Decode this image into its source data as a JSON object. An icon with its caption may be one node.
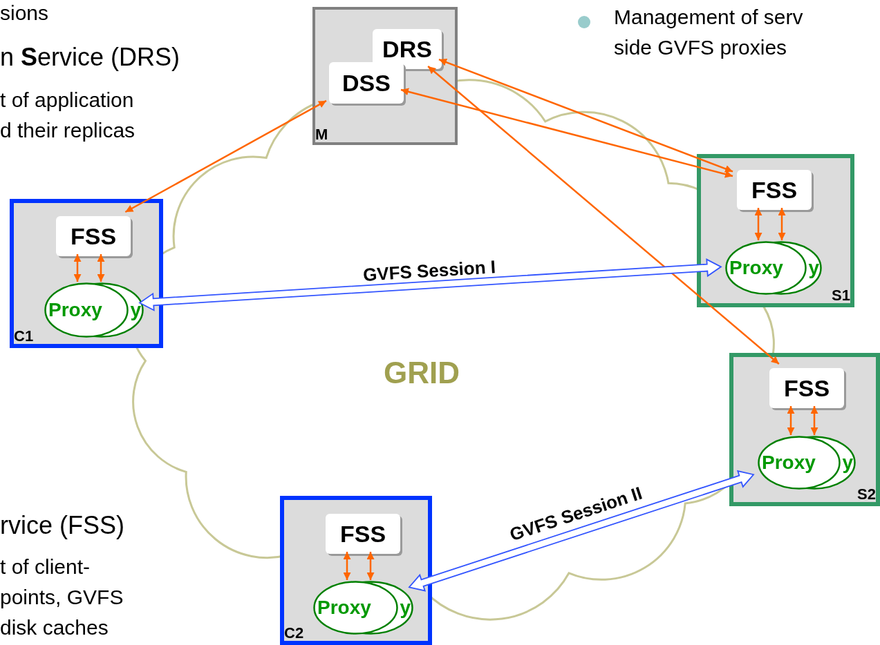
{
  "diagram": {
    "nodes": [
      {
        "text": [
          "M"
        ]
      },
      {
        "text": [
          "DRS"
        ],
        "in": 0
      },
      {
        "text": [
          "DSS"
        ],
        "in": 0
      },
      {
        "text": [
          "C1"
        ]
      },
      {
        "text": [
          "FSS"
        ],
        "in": 3
      },
      {
        "text": [
          "Proxy",
          "y"
        ],
        "in": 3
      },
      {
        "text": [
          "S1"
        ]
      },
      {
        "text": [
          "FSS"
        ],
        "in": 6
      },
      {
        "text": [
          "Proxy",
          "y"
        ],
        "in": 6
      },
      {
        "text": [
          "S2"
        ]
      },
      {
        "text": [
          "FSS"
        ],
        "in": 9
      },
      {
        "text": [
          "Proxy",
          "y"
        ],
        "in": 9
      },
      {
        "text": [
          "C2"
        ]
      },
      {
        "text": [
          "FSS"
        ],
        "in": 12
      },
      {
        "text": [
          "Proxy",
          "y"
        ],
        "in": 12
      }
    ],
    "edges": [
      {
        "from": 2,
        "to": 4,
        "arrow": "both"
      },
      {
        "from": 1,
        "to": 7,
        "arrow": "both"
      },
      {
        "from": 2,
        "to": 7,
        "arrow": "both"
      },
      {
        "from": 1,
        "to": 10,
        "arrow": "both"
      },
      {
        "from": 4,
        "to": 5,
        "arrow": "both"
      },
      {
        "from": 4,
        "to": 5,
        "arrow": "both"
      },
      {
        "from": 7,
        "to": 8,
        "arrow": "both"
      },
      {
        "from": 7,
        "to": 8,
        "arrow": "both"
      },
      {
        "from": 10,
        "to": 11,
        "arrow": "both"
      },
      {
        "from": 10,
        "to": 11,
        "arrow": "both"
      },
      {
        "from": 13,
        "to": 14,
        "arrow": "both"
      },
      {
        "from": 13,
        "to": 14,
        "arrow": "both"
      },
      {
        "from": 5,
        "to": 8,
        "arrow": "both",
        "label": "GVFS Session I",
        "style": "thick",
        "color": "#3355ff"
      },
      {
        "from": 14,
        "to": 11,
        "arrow": "both",
        "label": "GVFS Session II",
        "style": "thick",
        "color": "#3355ff"
      }
    ],
    "labels": [
      "sions",
      "n **S**ervice (DRS)",
      "t of application",
      "d their replicas",
      "GRID",
      "rvice (FSS)",
      "t of client-",
      "points, GVFS",
      "disk caches",
      "Management of serv",
      "side GVFS proxies"
    ]
  }
}
